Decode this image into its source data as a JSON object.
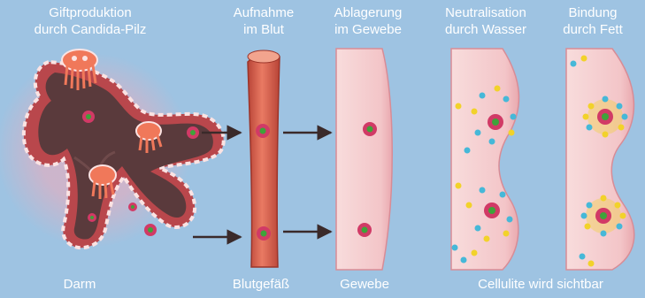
{
  "stages": [
    {
      "title_line1": "Giftproduktion",
      "title_line2": "durch Candida-Pilz"
    },
    {
      "title_line1": "Aufnahme",
      "title_line2": "im Blut"
    },
    {
      "title_line1": "Ablagerung",
      "title_line2": "im Gewebe"
    },
    {
      "title_line1": "Neutralisation",
      "title_line2": "durch Wasser"
    },
    {
      "title_line1": "Bindung",
      "title_line2": "durch Fett"
    }
  ],
  "bottom_labels": {
    "darm": "Darm",
    "blutgefaess": "Blutgefäß",
    "gewebe": "Gewebe",
    "cellulite": "Cellulite wird sichtbar"
  },
  "colors": {
    "background": "#9ec3e2",
    "intestine_wall": "#b9474c",
    "intestine_inner": "#5a3a3c",
    "fungus": "#f0785a",
    "blood_vessel": "#d9614f",
    "tissue": "#f5cfcf",
    "toxin": "#d13a66",
    "toxin_core": "#3fa23a",
    "water_dot": "#46b8d8",
    "fat_dot": "#f2d22a",
    "text": "#ffffff"
  }
}
